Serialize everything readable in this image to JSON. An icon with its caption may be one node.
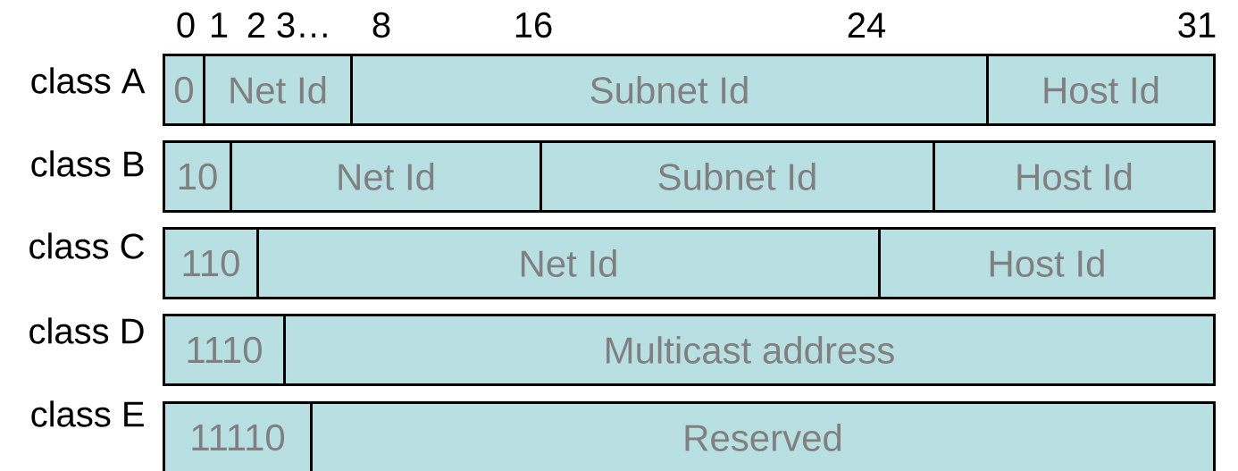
{
  "diagram": {
    "nodes": [
      {
        "text": [
          "0"
        ]
      },
      {
        "text": [
          "Net Id"
        ]
      },
      {
        "text": [
          "Subnet Id"
        ]
      },
      {
        "text": [
          "Host Id"
        ]
      },
      {
        "text": [
          "10"
        ]
      },
      {
        "text": [
          "Net Id"
        ]
      },
      {
        "text": [
          "Subnet Id"
        ]
      },
      {
        "text": [
          "Host Id"
        ]
      },
      {
        "text": [
          "110"
        ]
      },
      {
        "text": [
          "Net Id"
        ]
      },
      {
        "text": [
          "Host Id"
        ]
      },
      {
        "text": [
          "1110"
        ]
      },
      {
        "text": [
          "Multicast address"
        ]
      },
      {
        "text": [
          "11110"
        ]
      },
      {
        "text": [
          "Reserved"
        ]
      }
    ],
    "labels": [
      "0",
      "1",
      "2",
      "3…",
      "8",
      "16",
      "24",
      "31",
      "class A",
      "class B",
      "class C",
      "class D",
      "class E"
    ]
  }
}
